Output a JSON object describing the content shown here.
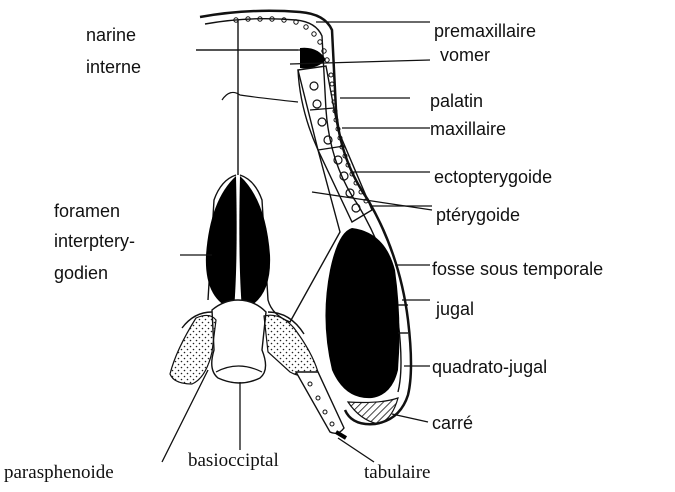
{
  "labels": {
    "narine": "narine",
    "interne": "interne",
    "foramen": "foramen",
    "interptery": "interptery-",
    "godien": "godien",
    "premaxillaire": "premaxillaire",
    "vomer": "vomer",
    "palatin": "palatin",
    "maxillaire": "maxillaire",
    "ectopterygoide": "ectopterygoide",
    "pterygoide": "ptérygoide",
    "fosse": "fosse sous temporale",
    "jugal": "jugal",
    "quadratojugal": "quadrato-jugal",
    "carre": "carré",
    "parasphenoide": "parasphenoide",
    "basioccipital": "basiocciptal",
    "tabulaire": "tabulaire"
  }
}
